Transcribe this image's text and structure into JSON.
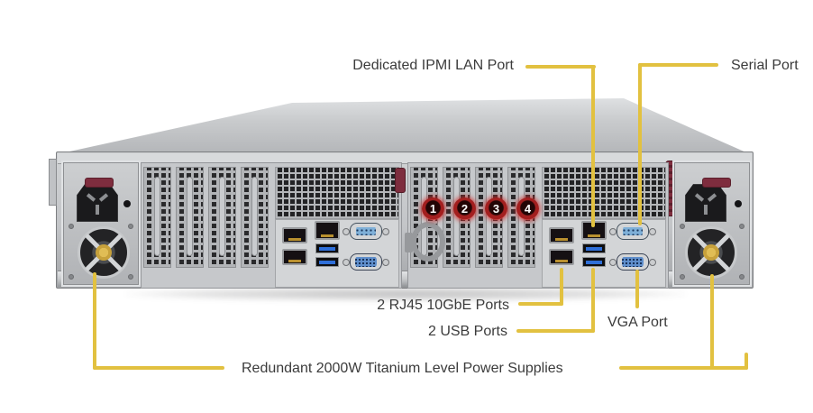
{
  "diagram": {
    "labels": {
      "ipmi": "Dedicated IPMI LAN Port",
      "serial": "Serial Port",
      "rj45": "2 RJ45 10GbE Ports",
      "usb": "2 USB Ports",
      "vga": "VGA Port",
      "psu": "Redundant 2000W Titanium Level Power Supplies"
    },
    "slot_numbers": [
      "1",
      "2",
      "3",
      "4"
    ],
    "colors": {
      "callout_line": "#e2c140",
      "label_text": "#3b3b3b",
      "badge_red": "#a31f1f",
      "usb_blue": "#2f6fd8",
      "serial_blue": "#7fb0d8",
      "vga_blue": "#5f8fcc",
      "psu_accent_maroon": "#7e2d3e",
      "chassis_gray": "#c3c5c8"
    }
  }
}
